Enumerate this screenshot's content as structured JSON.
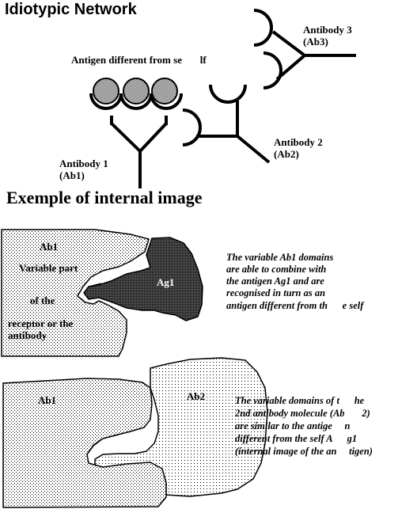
{
  "title": "Idiotypic Network",
  "section_title": "Exemple of internal image",
  "network": {
    "antigen_label": "Antigen different from se       lf",
    "antibody1_line1": "Antibody 1",
    "antibody1_line2": "(Ab1)",
    "antibody2_line1": "Antibody 2",
    "antibody2_line2": "(Ab2)",
    "antibody3_line1": "Antibody 3",
    "antibody3_line2": "(Ab3)"
  },
  "panel1": {
    "ab1_label": "Ab1",
    "variable_part": "Variable part",
    "of_the": "of the",
    "receptor_or_the": "receptor or the",
    "antibody": "antibody",
    "ag1_label": "Ag1",
    "description_lines": [
      "The variable Ab1 domains",
      "are able to combine with",
      "the antigen Ag1 and are",
      "recognised in turn as an",
      "antigen different from th      e self"
    ]
  },
  "panel2": {
    "ab1_label": "Ab1",
    "ab2_label": "Ab2",
    "description_lines": [
      "The variable domains of t      he",
      "2nd antibody molecule (Ab       2)",
      "are similar to the antige     n",
      "different from the self A      g1",
      "(internal image of the an     tigen)"
    ]
  }
}
